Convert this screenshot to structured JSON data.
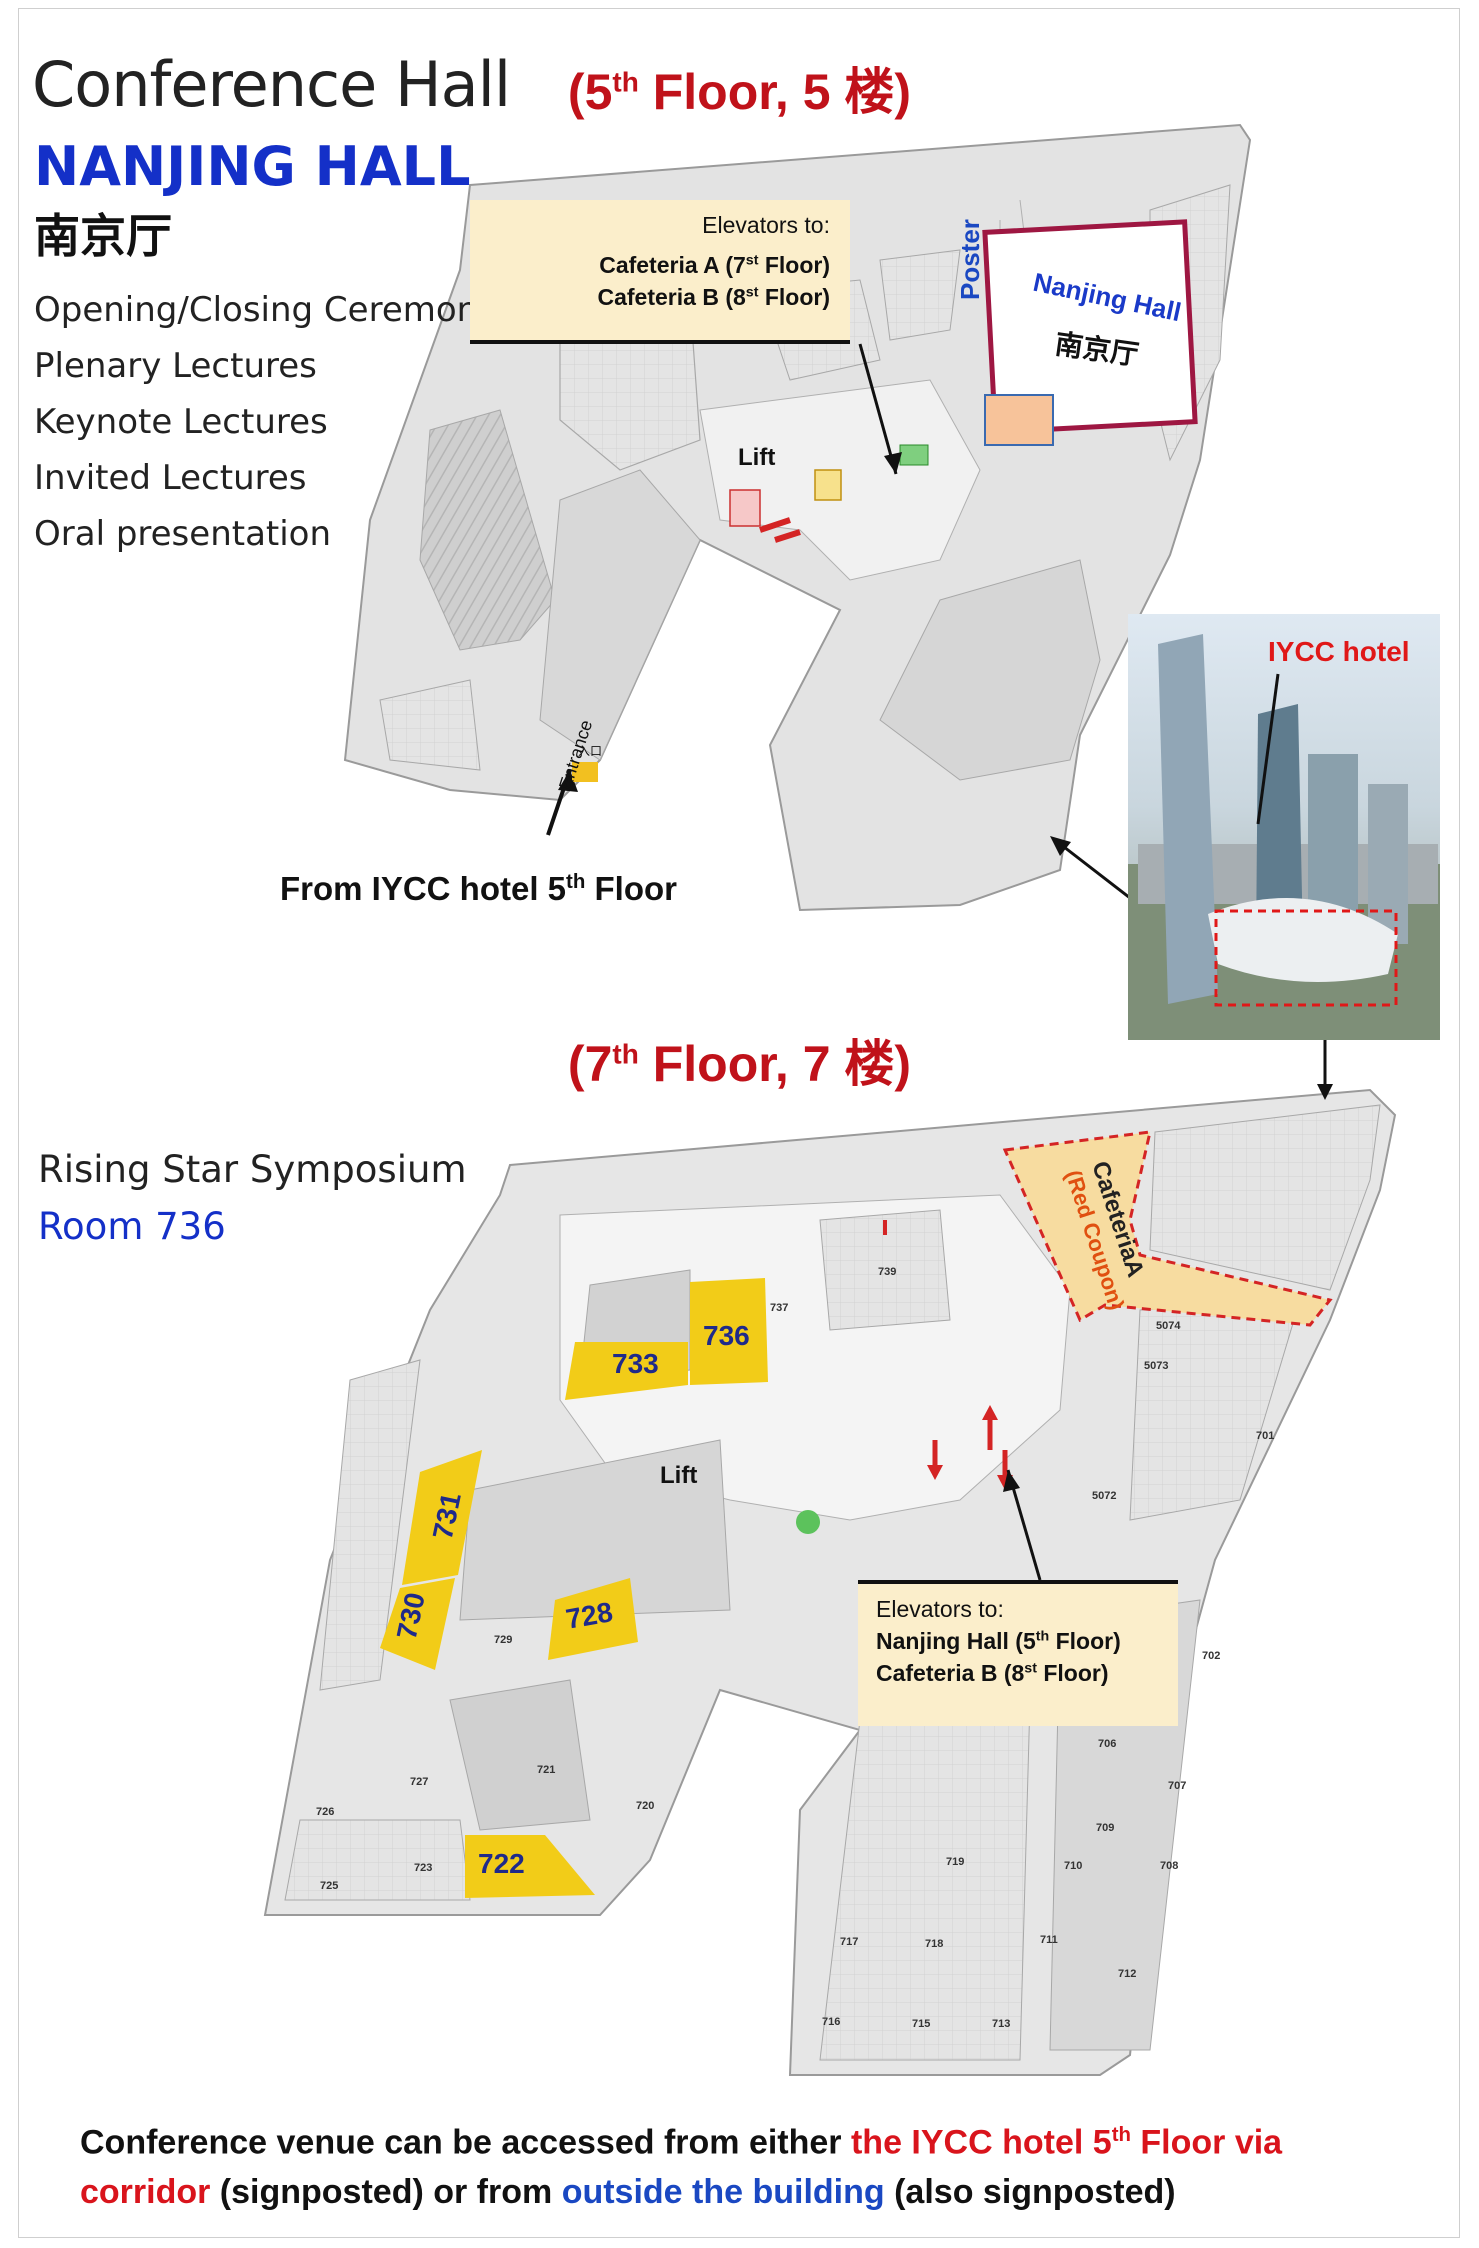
{
  "sidebar_top": {
    "title": "Conference Hall",
    "hall_name": "NANJING HALL",
    "hall_name_cn": "南京厅",
    "events": [
      "Opening/Closing Ceremony",
      "Plenary Lectures",
      "Keynote Lectures",
      "Invited Lectures",
      "Oral presentation"
    ]
  },
  "sidebar_bottom": {
    "event": "Rising Star Symposium",
    "room": "Room 736"
  },
  "floor5": {
    "heading_pre": "(5",
    "heading_sup": "th",
    "heading_post": " Floor, 5 楼)",
    "poster_label": "Poster",
    "hall_label_en": "Nanjing Hall",
    "hall_label_cn": "南京厅",
    "lift_label": "Lift",
    "entrance_label": "Entrance",
    "entrance_cn": "入口",
    "from_text_pre": "From IYCC hotel 5",
    "from_text_sup": "th",
    "from_text_post": " Floor",
    "elevators": {
      "title": "Elevators to:",
      "line1_pre": "Cafeteria A (7",
      "line1_sup": "st",
      "line1_post": " Floor)",
      "line2_pre": "Cafeteria B (8",
      "line2_sup": "st",
      "line2_post": " Floor)"
    }
  },
  "floor7": {
    "heading_pre": "(7",
    "heading_sup": "th",
    "heading_post": " Floor, 7 楼)",
    "lift_label": "Lift",
    "cafeteria_label": "CafeteriaA",
    "cafeteria_coupon": "(Red Coupon)",
    "highlighted_rooms": [
      "736",
      "733",
      "731",
      "730",
      "728",
      "722"
    ],
    "other_rooms": [
      "737",
      "739",
      "729",
      "727",
      "726",
      "725",
      "723",
      "721",
      "720",
      "719",
      "718",
      "717",
      "716",
      "715",
      "713",
      "712",
      "711",
      "710",
      "709",
      "708",
      "707",
      "706",
      "702",
      "701",
      "5074",
      "5073",
      "5072"
    ],
    "elevators": {
      "title": "Elevators to:",
      "line1_pre": "Nanjing Hall (5",
      "line1_sup": "th",
      "line1_post": " Floor)",
      "line2_pre": "Cafeteria B (8",
      "line2_sup": "st",
      "line2_post": " Floor)"
    }
  },
  "photo": {
    "label": "IYCC hotel"
  },
  "footer": {
    "part1": "Conference venue can be accessed from either ",
    "part2_red": "the IYCC hotel 5",
    "part2_sup": "th",
    "part2_red_b": " Floor via corridor",
    "part3": " (signposted) or from ",
    "part4_blue": "outside the building",
    "part5": " (also signposted)"
  },
  "colors": {
    "heading_red": "#c0121a",
    "hall_blue": "#1430c8",
    "room_yellow": "#f2cc18",
    "elevator_box": "#fbeecb",
    "cafeteria_fill": "#f7dca0",
    "hall_border": "#a01040"
  }
}
